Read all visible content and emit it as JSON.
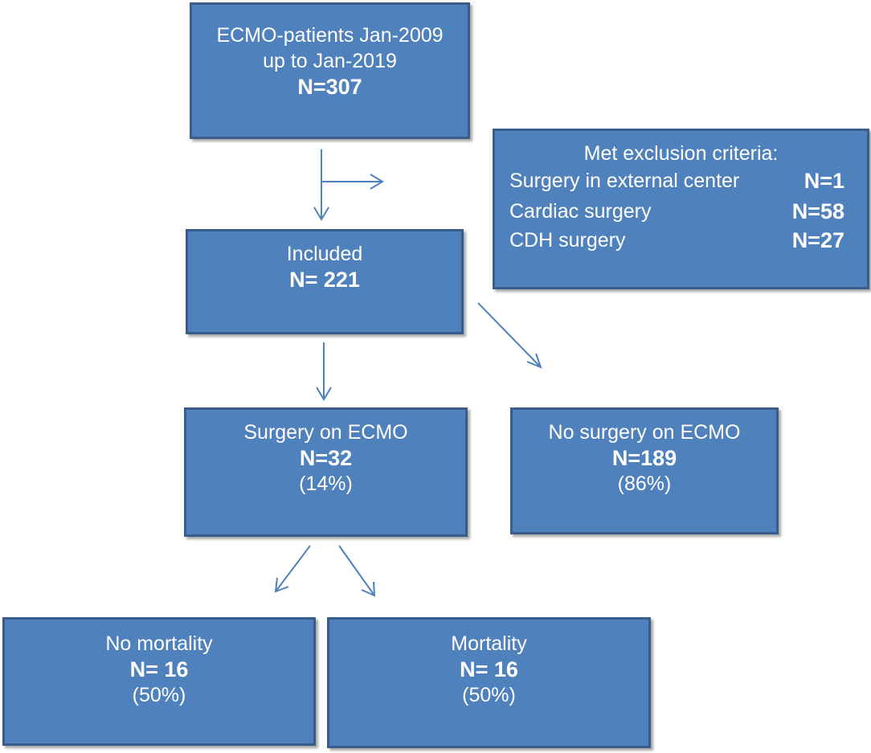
{
  "box_fill": "#4f81bd",
  "box_border": "#385d8a",
  "arrow_color": "#4f81bd",
  "nodes": {
    "total": {
      "line1": "ECMO-patients Jan-2009",
      "line2": "up to Jan-2019",
      "count": "N=307"
    },
    "exclusion": {
      "title": "Met exclusion criteria:",
      "items": [
        {
          "label": "Surgery in external center",
          "count": "N=1"
        },
        {
          "label": "Cardiac surgery",
          "count": "N=58"
        },
        {
          "label": "CDH surgery",
          "count": "N=27"
        }
      ]
    },
    "included": {
      "label": "Included",
      "count": "N= 221"
    },
    "surgery": {
      "label": "Surgery on ECMO",
      "count": "N=32",
      "percent": "(14%)"
    },
    "no_surgery": {
      "label": "No surgery on ECMO",
      "count": "N=189",
      "percent": "(86%)"
    },
    "no_mortality": {
      "label": "No mortality",
      "count": "N= 16",
      "percent": "(50%)"
    },
    "mortality": {
      "label": "Mortality",
      "count": "N= 16",
      "percent": "(50%)"
    }
  }
}
